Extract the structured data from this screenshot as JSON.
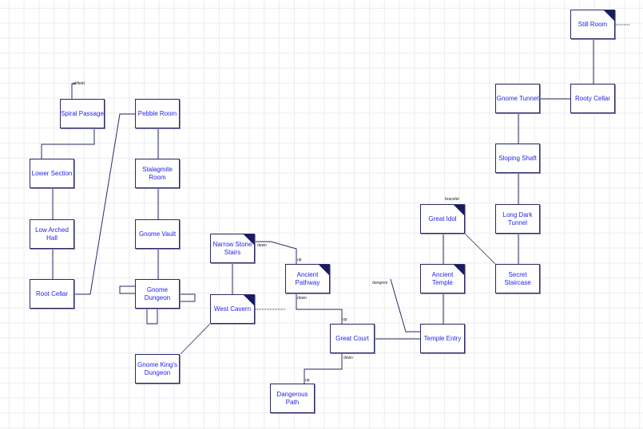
{
  "rooms": {
    "spiral_passage": "Spiral Passage",
    "lower_section": "Lower Section",
    "low_arched_hall": "Low Arched Hall",
    "root_cellar": "Root Cellar",
    "pebble_room": "Pebble Room",
    "stalagmite_room": "Stalagmite Room",
    "gnome_vault": "Gnome Vault",
    "gnome_dungeon": "Gnome Dungeon",
    "narrow_stone_stairs": "Narrow Stone Stairs",
    "west_cavern": "West Cavern",
    "ancient_pathway": "Ancient Pathway",
    "great_court": "Great Court",
    "gnome_kings_dungeon": "Gnome King's Dungeon",
    "dangerous_path": "Dangerous Path",
    "temple_entry": "Temple Entry",
    "ancient_temple": "Ancient Temple",
    "great_idol": "Great Idol",
    "secret_staircase": "Secret Staircase",
    "long_dark_tunnel": "Long Dark Tunnel",
    "sloping_shaft": "Sloping Shaft",
    "gnome_tunnel": "Gnome Tunnel",
    "rooty_cellar": "Rooty Cellar",
    "still_room": "Still Room"
  },
  "labels": {
    "airfield": "airfield",
    "down1": "down",
    "up1": "up",
    "down2": "down",
    "up2": "up",
    "down3": "down",
    "up3": "up",
    "dungeon": "dungeon",
    "bracelet": "bracelet"
  }
}
